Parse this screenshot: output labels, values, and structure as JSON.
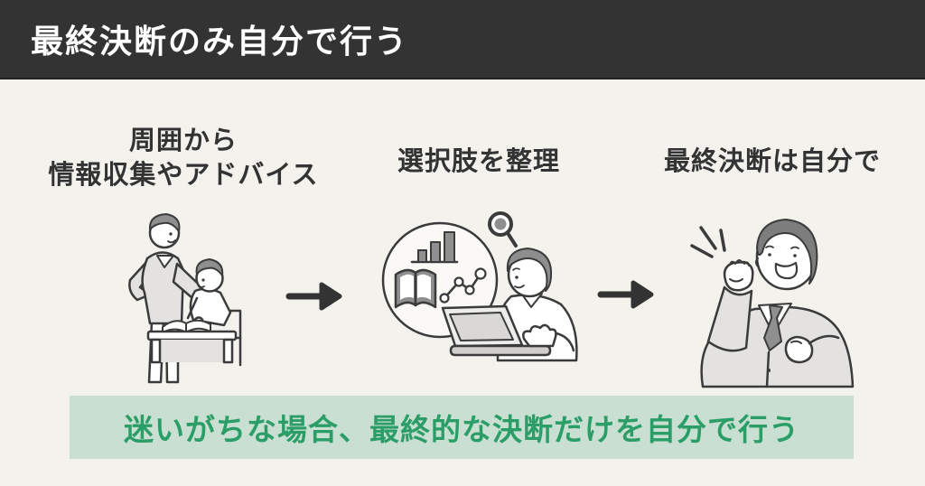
{
  "header": {
    "title": "最終決断のみ自分で行う"
  },
  "steps": [
    {
      "id": "gather-info",
      "lines": [
        "周囲から",
        "情報収集やアドバイス"
      ]
    },
    {
      "id": "organize-options",
      "lines": [
        "選択肢を整理"
      ]
    },
    {
      "id": "final-decision",
      "lines": [
        "最終決断は自分で"
      ]
    }
  ],
  "banner": {
    "text": "迷いがちな場合、最終的な決断だけを自分で行う"
  },
  "icons": [
    "arrow-right-icon",
    "bar-chart-icon",
    "open-book-icon",
    "line-chart-icon",
    "magnifier-icon",
    "laptop-icon",
    "emphasis-lines-icon"
  ],
  "colors": {
    "header_bg": "#333333",
    "body_bg": "#f4f2ed",
    "text_dark": "#333333",
    "banner_bg": "#c8dfd2",
    "banner_text": "#2b9e68",
    "arrow": "#333333",
    "line_art": "#3b3b3b",
    "hair_grey": "#8e8e8e",
    "cloth_grey": "#e3e2e0",
    "mid_grey": "#909090"
  }
}
